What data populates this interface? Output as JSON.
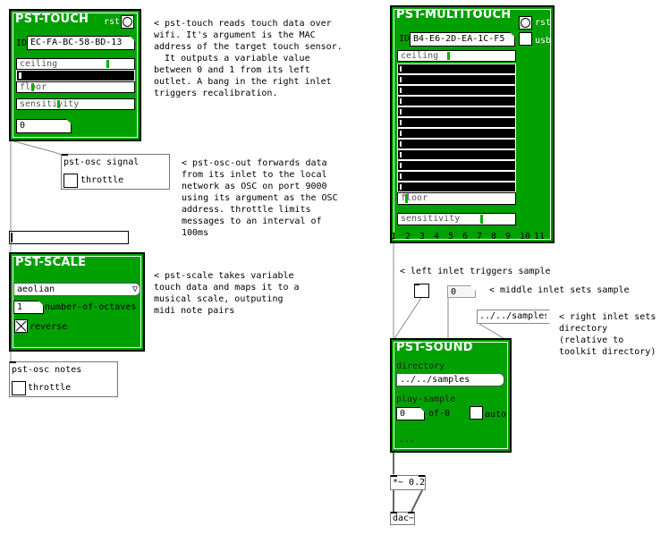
{
  "pst_touch": {
    "title": "PST-TOUCH",
    "rst_label": "rst",
    "id_label": "ID",
    "mac": "EC-FA-BC-58-BD-13",
    "ceiling_label": "ceiling",
    "ceiling_level": 0.78,
    "floor_label": "floor",
    "sensitivity_label": "sensitivity",
    "sensitivity_level": 0.35,
    "output_value": "0"
  },
  "comments": {
    "touch": "< pst-touch reads touch data over\nwifi. It's argument is the MAC\naddress of the target touch sensor.\n  It outputs a variable value\nbetween 0 and 1 from its left\noutlet. A bang in the right inlet\ntriggers recalibration.",
    "osc_out": "< pst-osc-out forwards data\nfrom its inlet to the local\nnetwork as OSC on port 9000\nusing its argument as the OSC\naddress. throttle limits\nmessages to an interval of\n100ms",
    "scale": "< pst-scale takes variable\ntouch data and maps it to a\nmusical scale, outputing\nmidi note pairs",
    "left_inlet": "< left inlet triggers sample",
    "middle_inlet": "< middle inlet sets sample",
    "right_inlet": "< right inlet sets\ndirectory\n(relative to\ntoolkit directory)"
  },
  "osc_signal": {
    "label": "pst-osc signal",
    "throttle_label": "throttle"
  },
  "osc_notes": {
    "label": "pst-osc notes",
    "throttle_label": "throttle"
  },
  "pst_scale": {
    "title": "PST-SCALE",
    "scale_value": "aeolian",
    "dropdown_arrow": "▽",
    "octaves_value": "1",
    "octaves_label": "number-of-octaves",
    "reverse_label": "reverse",
    "reverse_checked": true
  },
  "pst_multitouch": {
    "title": "PST-MULTITOUCH",
    "rst_label": "rst",
    "usb_label": "usb",
    "id_label": "ID",
    "mac": "B4-E6-2D-EA-1C-F5",
    "ceiling_label": "ceiling",
    "ceiling_level": 0.43,
    "channel_count": 12,
    "floor_label": "floor",
    "sensitivity_label": "sensitivity",
    "sensitivity_level": 0.72,
    "outlets": [
      "1",
      "2",
      "3",
      "4",
      "5",
      "6",
      "7",
      "8",
      "9",
      "10",
      "11"
    ]
  },
  "trigger_bang": {
    "icon": "bang-icon"
  },
  "sample_number": "0",
  "samples_msg": "../../samples",
  "pst_sound": {
    "title": "PST-SOUND",
    "directory_label": "directory",
    "directory_value": "../../samples",
    "play_sample_label": "play-sample",
    "sample_value": "0",
    "of_label": "of-0",
    "auto_label": "auto",
    "status": "..."
  },
  "gain_obj": "*~ 0.2",
  "dac_obj": "dac~",
  "colors": {
    "gop_green": "#00a000",
    "slider_knob": "#00b000"
  }
}
